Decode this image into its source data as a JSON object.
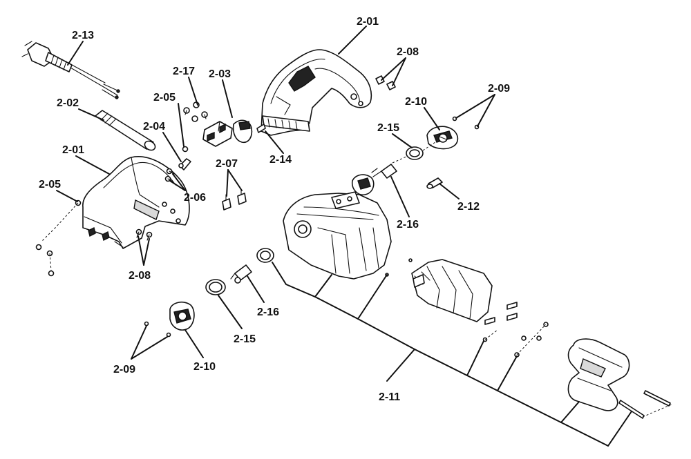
{
  "diagram": {
    "type": "exploded-parts-view",
    "callouts": {
      "c_2_13": "2-13",
      "c_2_01_top": "2-01",
      "c_2_08_top": "2-08",
      "c_2_17": "2-17",
      "c_2_03": "2-03",
      "c_2_09_right": "2-09",
      "c_2_10_right": "2-10",
      "c_2_02": "2-02",
      "c_2_05_top": "2-05",
      "c_2_04": "2-04",
      "c_2_15_top": "2-15",
      "c_2_01_left": "2-01",
      "c_2_14": "2-14",
      "c_2_07": "2-07",
      "c_2_05_left": "2-05",
      "c_2_06": "2-06",
      "c_2_12": "2-12",
      "c_2_16_top": "2-16",
      "c_2_08_bottom": "2-08",
      "c_2_16_bottom": "2-16",
      "c_2_15_bottom": "2-15",
      "c_2_09_bottom": "2-09",
      "c_2_10_bottom": "2-10",
      "c_2_11": "2-11"
    }
  }
}
